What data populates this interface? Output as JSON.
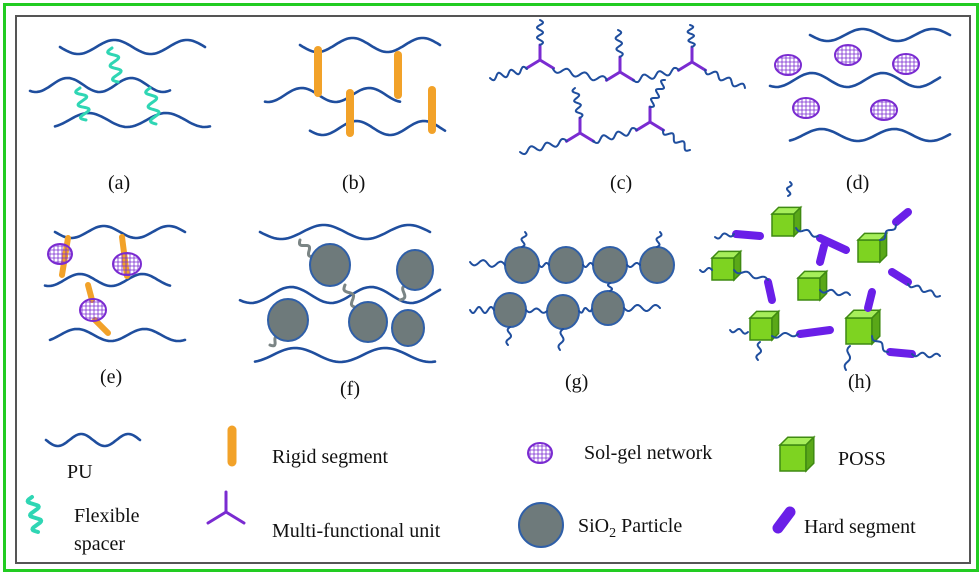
{
  "colors": {
    "frame": "#22cc22",
    "pu_chain": "#1f4e9e",
    "flexible_spacer": "#2fd6b4",
    "rigid_segment": "#f2a229",
    "multi_unit": "#7a2bd1",
    "solgel": "#7a2bd1",
    "sio2_fill": "#6e7a7b",
    "sio2_stroke": "#2f5fa8",
    "poss": "#7ed321",
    "hard_segment": "#6a1fe8",
    "grey_linker": "#7b8585"
  },
  "panels": {
    "a": "(a)",
    "b": "(b)",
    "c": "(c)",
    "d": "(d)",
    "e": "(e)",
    "f": "(f)",
    "g": "(g)",
    "h": "(h)"
  },
  "legend": {
    "pu": "PU",
    "flexible_1": "Flexible",
    "flexible_2": "spacer",
    "rigid": "Rigid segment",
    "multi": "Multi-functional unit",
    "solgel": "Sol-gel network",
    "sio2_pre": "SiO",
    "sio2_sub": "2",
    "sio2_post": " Particle",
    "poss": "POSS",
    "hard": "Hard segment"
  }
}
